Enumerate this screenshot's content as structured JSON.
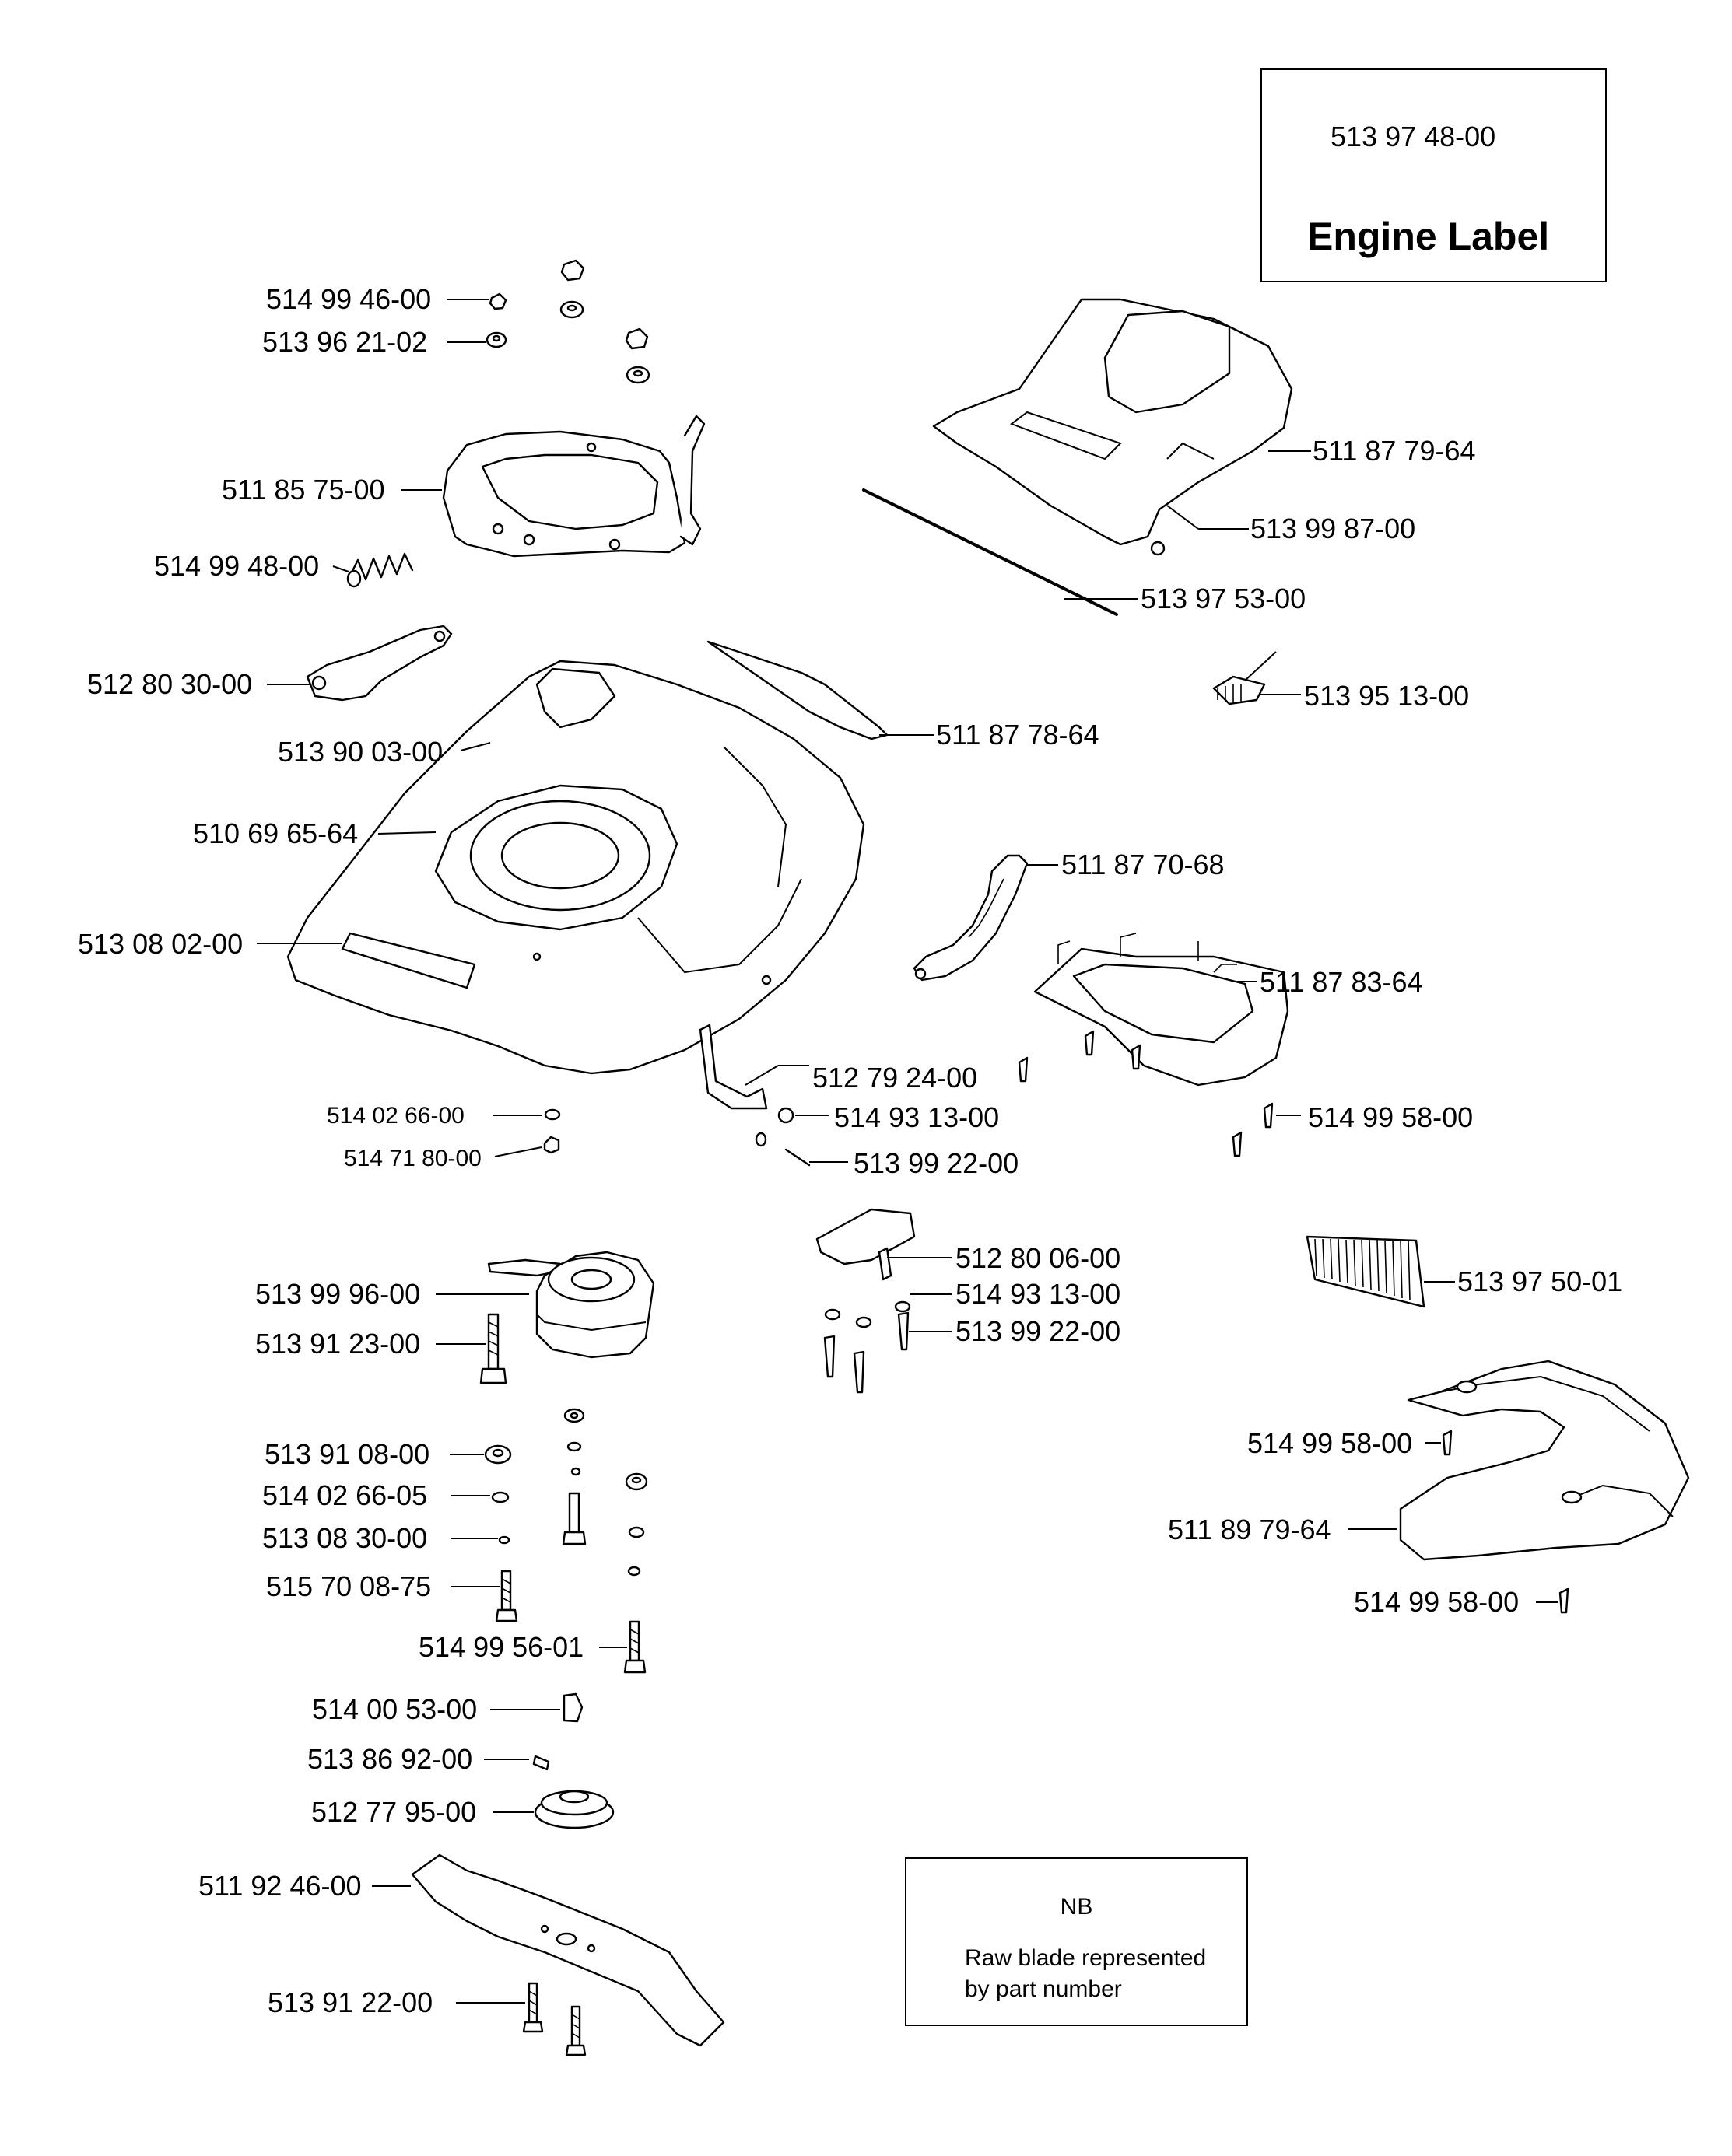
{
  "engine_label_box": {
    "part_number": "513 97 48-00",
    "title": "Engine Label"
  },
  "nb_note": {
    "title": "NB",
    "text": "Raw blade represented by part number"
  },
  "parts": [
    {
      "id": "p1",
      "number": "514 99 46-00"
    },
    {
      "id": "p2",
      "number": "513 96 21-02"
    },
    {
      "id": "p3",
      "number": "511 85 75-00"
    },
    {
      "id": "p4",
      "number": "514 99 48-00"
    },
    {
      "id": "p5",
      "number": "512 80 30-00"
    },
    {
      "id": "p6",
      "number": "513 90 03-00"
    },
    {
      "id": "p7",
      "number": "510 69 65-64"
    },
    {
      "id": "p8",
      "number": "513 08 02-00"
    },
    {
      "id": "p9",
      "number": "514 02 66-00"
    },
    {
      "id": "p10",
      "number": "514 71 80-00"
    },
    {
      "id": "p11",
      "number": "511 87 79-64"
    },
    {
      "id": "p12",
      "number": "513 99 87-00"
    },
    {
      "id": "p13",
      "number": "513 97 53-00"
    },
    {
      "id": "p14",
      "number": "513 95 13-00"
    },
    {
      "id": "p15",
      "number": "511 87 78-64"
    },
    {
      "id": "p16",
      "number": "511 87 70-68"
    },
    {
      "id": "p17",
      "number": "511 87 83-64"
    },
    {
      "id": "p18",
      "number": "512 79 24-00"
    },
    {
      "id": "p19",
      "number": "514 93 13-00"
    },
    {
      "id": "p20",
      "number": "514 99 58-00"
    },
    {
      "id": "p21",
      "number": "513 99 22-00"
    },
    {
      "id": "p22",
      "number": "512 80 06-00"
    },
    {
      "id": "p23",
      "number": "514 93 13-00"
    },
    {
      "id": "p24",
      "number": "513 99 22-00"
    },
    {
      "id": "p25",
      "number": "513 97 50-01"
    },
    {
      "id": "p26",
      "number": "514 99 58-00"
    },
    {
      "id": "p27",
      "number": "511 89 79-64"
    },
    {
      "id": "p28",
      "number": "514 99 58-00"
    },
    {
      "id": "p29",
      "number": "513 99 96-00"
    },
    {
      "id": "p30",
      "number": "513 91 23-00"
    },
    {
      "id": "p31",
      "number": "513 91 08-00"
    },
    {
      "id": "p32",
      "number": "514 02 66-05"
    },
    {
      "id": "p33",
      "number": "513 08 30-00"
    },
    {
      "id": "p34",
      "number": "515 70 08-75"
    },
    {
      "id": "p35",
      "number": "514 99 56-01"
    },
    {
      "id": "p36",
      "number": "514 00 53-00"
    },
    {
      "id": "p37",
      "number": "513 86 92-00"
    },
    {
      "id": "p38",
      "number": "512 77 95-00"
    },
    {
      "id": "p39",
      "number": "511 92 46-00"
    },
    {
      "id": "p40",
      "number": "513 91 22-00"
    }
  ]
}
